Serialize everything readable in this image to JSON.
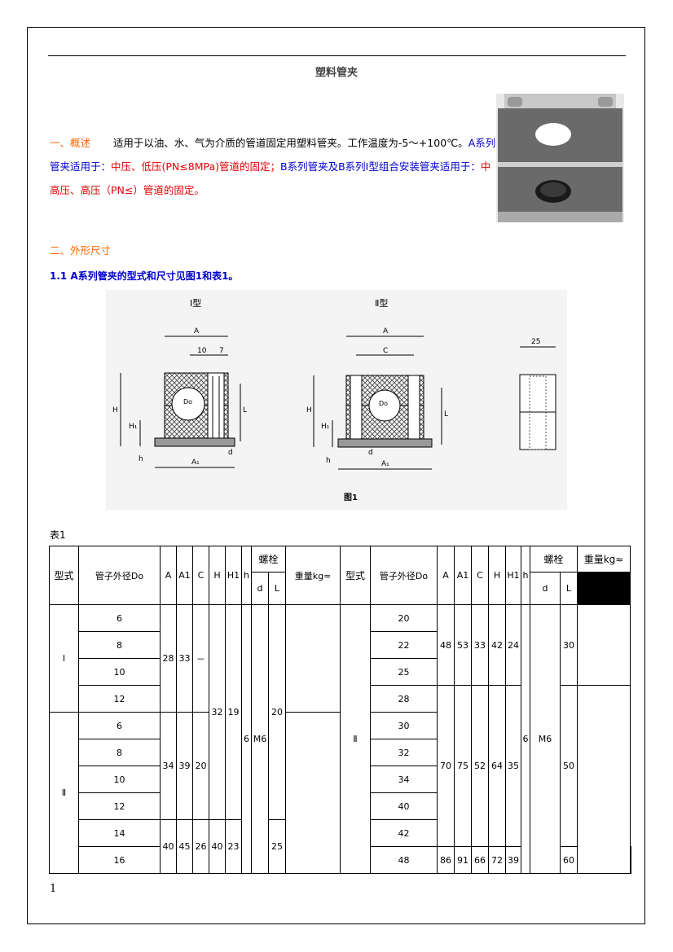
{
  "title": "塑料管夹",
  "overview": {
    "label": "一、概述",
    "text_black": "适用于以油、水、气为介质的管道固定用塑料管夹。工作温度为-5～+100℃。",
    "text_blue_a": "A系列管夹适用于：",
    "text_red_a": "中压、低压(PN≤8MPa)管道的固定；",
    "text_blue_b": "B系列管夹及B系列Ⅰ型组合安装管夹适用于：",
    "text_red_b": "中高压、高压（PN≤）管道的固定。"
  },
  "section2": "二、外形尺寸",
  "subsection": "1.1   A系列管夹的型式和尺寸见图1和表1。",
  "figure": {
    "type1_label": "Ⅰ型",
    "type2_label": "Ⅱ型",
    "caption": "图1",
    "dims": {
      "A": "A",
      "dim10": "10",
      "dim7": "7",
      "C": "C",
      "H": "H",
      "H1": "H₁",
      "h": "h",
      "L": "L",
      "A1": "A₁",
      "d": "d",
      "Do": "Do",
      "dim25": "25"
    }
  },
  "table_caption": "表1",
  "table": {
    "headers": {
      "type": "型式",
      "do": "管子外径Do",
      "A": "A",
      "A1": "A1",
      "C": "C",
      "H": "H",
      "H1": "H1",
      "h": "h",
      "bolt": "螺栓",
      "d": "d",
      "L": "L",
      "weight": "重量kg≈"
    },
    "left": {
      "type_I": "Ⅰ",
      "type_II": "Ⅱ",
      "do": [
        "6",
        "8",
        "10",
        "12",
        "6",
        "8",
        "10",
        "12",
        "14",
        "16"
      ],
      "A_1": "28",
      "A1_1": "33",
      "C_1": "－",
      "A_2": "34",
      "A1_2": "39",
      "C_2": "20",
      "A_3": "40",
      "A1_3": "45",
      "C_3": "26",
      "H_3": "40",
      "H1_3": "23",
      "H_12": "32",
      "H1_12": "19",
      "h": "6",
      "d": "M6",
      "L_12": "20",
      "L_3": "25"
    },
    "right": {
      "type_II": "Ⅱ",
      "do": [
        "20",
        "22",
        "25",
        "28",
        "30",
        "32",
        "34",
        "40",
        "42",
        "48"
      ],
      "A_1": "48",
      "A1_1": "53",
      "C_1": "33",
      "H_1": "42",
      "H1_1": "24",
      "A_2": "70",
      "A1_2": "75",
      "C_2": "52",
      "H_2": "64",
      "H1_2": "35",
      "A_3": "86",
      "A1_3": "91",
      "C_3": "66",
      "H_3": "72",
      "H1_3": "39",
      "h": "6",
      "d": "M6",
      "L_1": "30",
      "L_2": "50",
      "L_3": "60"
    }
  },
  "page_number": "1"
}
